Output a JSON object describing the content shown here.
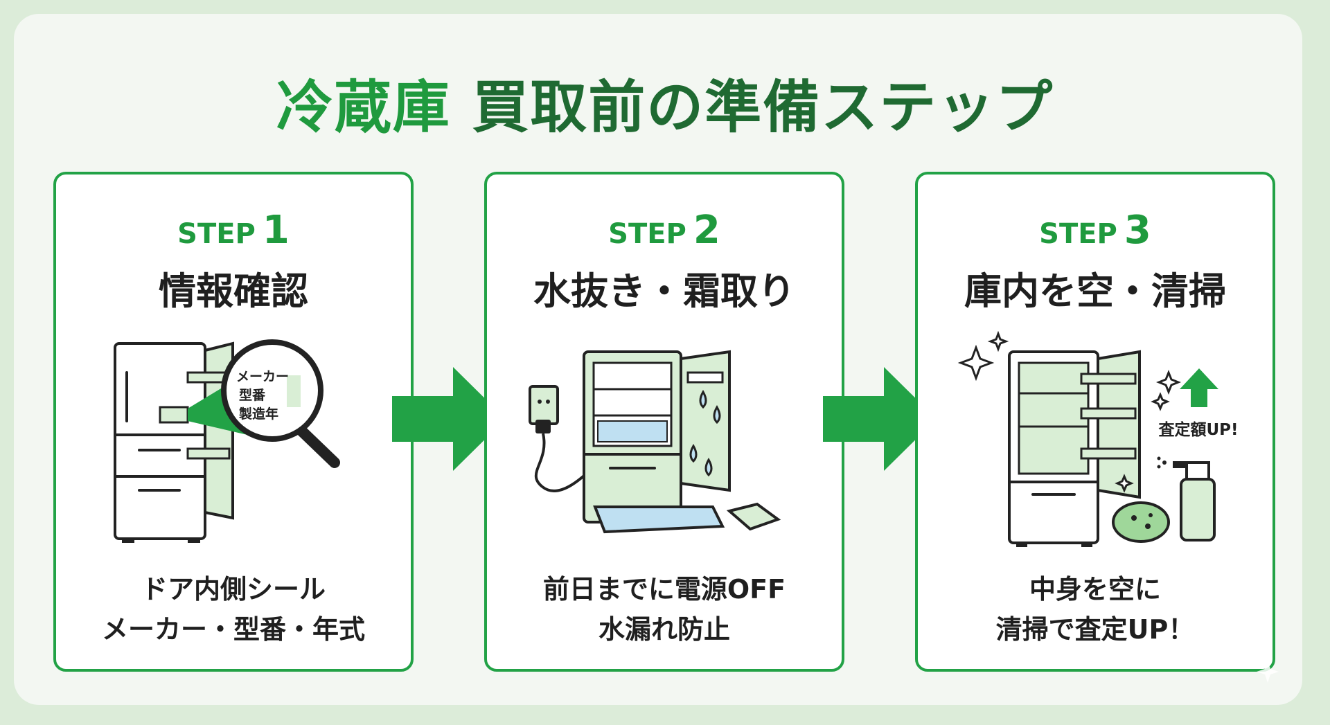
{
  "title": {
    "accent": "冷蔵庫",
    "main": "買取前の準備ステップ"
  },
  "steps": [
    {
      "label": "STEP",
      "number": "1",
      "heading": "情報確認",
      "caption_lines": [
        "ドア内側シール",
        "メーカー・型番・年式"
      ],
      "illustration": {
        "icon": "fridge-magnifier-icon",
        "label_lines": [
          "メーカー",
          "型番",
          "製造年"
        ]
      }
    },
    {
      "label": "STEP",
      "number": "2",
      "heading": "水抜き・霜取り",
      "caption_lines": [
        "前日までに電源OFF",
        "水漏れ防止"
      ],
      "illustration": {
        "icon": "fridge-unplugged-defrost-icon"
      }
    },
    {
      "label": "STEP",
      "number": "3",
      "heading": "庫内を空・清掃",
      "caption_lines": [
        "中身を空に",
        "清掃で査定UP！"
      ],
      "illustration": {
        "icon": "fridge-cleaning-icon",
        "badge": "査定額UP!"
      }
    }
  ],
  "colors": {
    "primary_green": "#22a246",
    "dark_green": "#1f6a32",
    "light_green": "#d9eed5",
    "water_blue": "#bfe0f2",
    "outline": "#222222"
  }
}
